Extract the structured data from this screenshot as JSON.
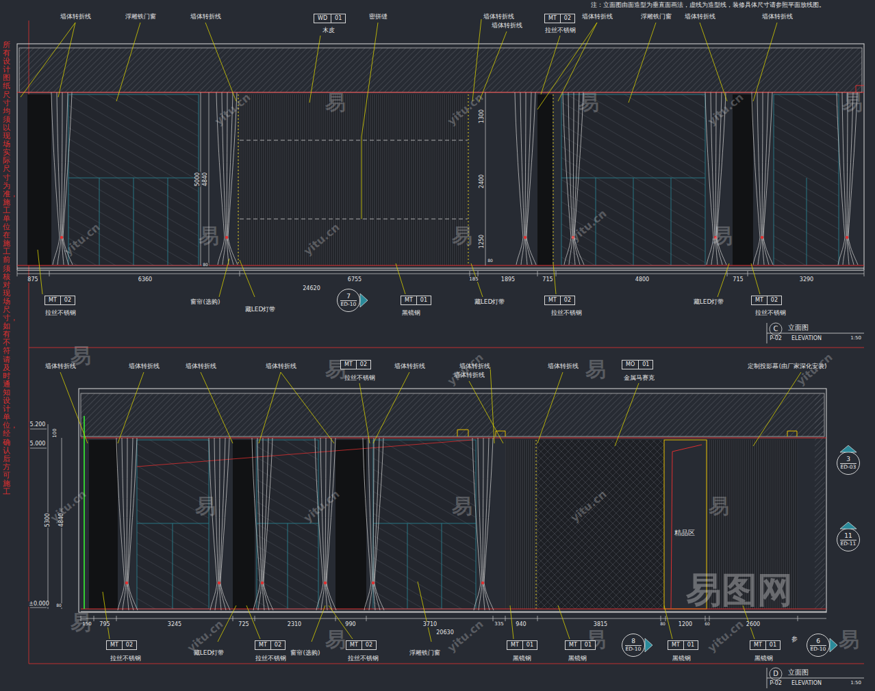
{
  "diagram": {
    "nodes": [
      {
        "text": [
          "WD",
          "01"
        ]
      },
      {
        "text": [
          "MT",
          "02"
        ]
      },
      {
        "text": [
          "MT",
          "02"
        ]
      },
      {
        "text": [
          "7",
          "ED-10"
        ]
      },
      {
        "text": [
          "MT",
          "01"
        ]
      },
      {
        "text": [
          "MT",
          "02"
        ]
      },
      {
        "text": [
          "MT",
          "02"
        ]
      },
      {
        "text": [
          "MT",
          "02"
        ]
      },
      {
        "text": [
          "MO",
          "01"
        ]
      },
      {
        "text": [
          "3",
          "ED-03"
        ]
      },
      {
        "text": [
          "11",
          "ED-11"
        ]
      },
      {
        "text": [
          "MT",
          "02"
        ]
      },
      {
        "text": [
          "MT",
          "02"
        ]
      },
      {
        "text": [
          "MT",
          "02"
        ]
      },
      {
        "text": [
          "MT",
          "01"
        ]
      },
      {
        "text": [
          "MT",
          "01"
        ]
      },
      {
        "text": [
          "8",
          "ED-10"
        ]
      },
      {
        "text": [
          "MT",
          "01"
        ]
      },
      {
        "text": [
          "MT",
          "01"
        ]
      },
      {
        "text": [
          "6",
          "ED-10"
        ]
      }
    ],
    "labels": [
      "注：立面图由面造型为垂直面画法，虚线为造型线，装修具体尺寸请参照平面放线图。",
      "所有设计图纸尺寸均须以现场实际尺寸为准，施工单位在施工前须核对现场尺寸，如有不符请及时通知设计单位，经确认后方可施工",
      "墙体转折线",
      "浮雕铁门窗",
      "墙体转折线",
      "木皮",
      "密拼缝",
      "墙体转折线",
      "墙体转折线",
      "拉丝不锈钢",
      "墙体转折线",
      "浮雕铁门窗",
      "墙体转折线",
      "墙体转折线",
      "5000",
      "4840",
      "80",
      "1300",
      "2400",
      "1250",
      "80",
      "875",
      "6360",
      "6755",
      "185",
      "1895",
      "715",
      "4800",
      "715",
      "3290",
      "24620",
      "拉丝不锈钢",
      "窗帘(选购)",
      "藏LED灯带",
      "黑镜钢",
      "藏LED灯带",
      "拉丝不锈钢",
      "藏LED灯带",
      "拉丝不锈钢",
      "C",
      "立面图",
      "P-02",
      "ELEVATION",
      "1:50",
      "墙体转折线",
      "墙体转折线",
      "墙体转折线",
      "墙体转折线",
      "拉丝不锈钢",
      "墙体转折线",
      "墙体转折线",
      "墙体转折线",
      "墙体转折线",
      "金属马赛克",
      "定制投影幕(由厂家深化安装)",
      "5.200",
      "5.000",
      "±0.000",
      "100",
      "5300",
      "4840",
      "80",
      "精品区",
      "150",
      "795",
      "3245",
      "725",
      "2310",
      "990",
      "3710",
      "335",
      "940",
      "3815",
      "80",
      "1200",
      "60",
      "2600",
      "20630",
      "拉丝不锈钢",
      "藏LED灯带",
      "拉丝不锈钢",
      "窗帘(选购)",
      "拉丝不锈钢",
      "浮雕铁门窗",
      "黑镜钢",
      "黑镜钢",
      "黑镜钢",
      "黑镜钢",
      "参",
      "D",
      "立面图",
      "P-02",
      "ELEVATION",
      "1:50",
      "易",
      "易",
      "易",
      "易",
      "易",
      "易",
      "易",
      "易",
      "易",
      "易",
      "易",
      "易",
      "易",
      "易",
      "易",
      "易",
      "yitu.cn",
      "yitu.cn",
      "yitu.cn",
      "yitu.cn",
      "yitu.cn",
      "yitu.cn",
      "yitu.cn",
      "yitu.cn",
      "yitu.cn",
      "yitu.cn",
      "yitu.cn",
      "yitu.cn",
      "yitu.cn",
      "yitu.cn",
      "易图网"
    ]
  }
}
